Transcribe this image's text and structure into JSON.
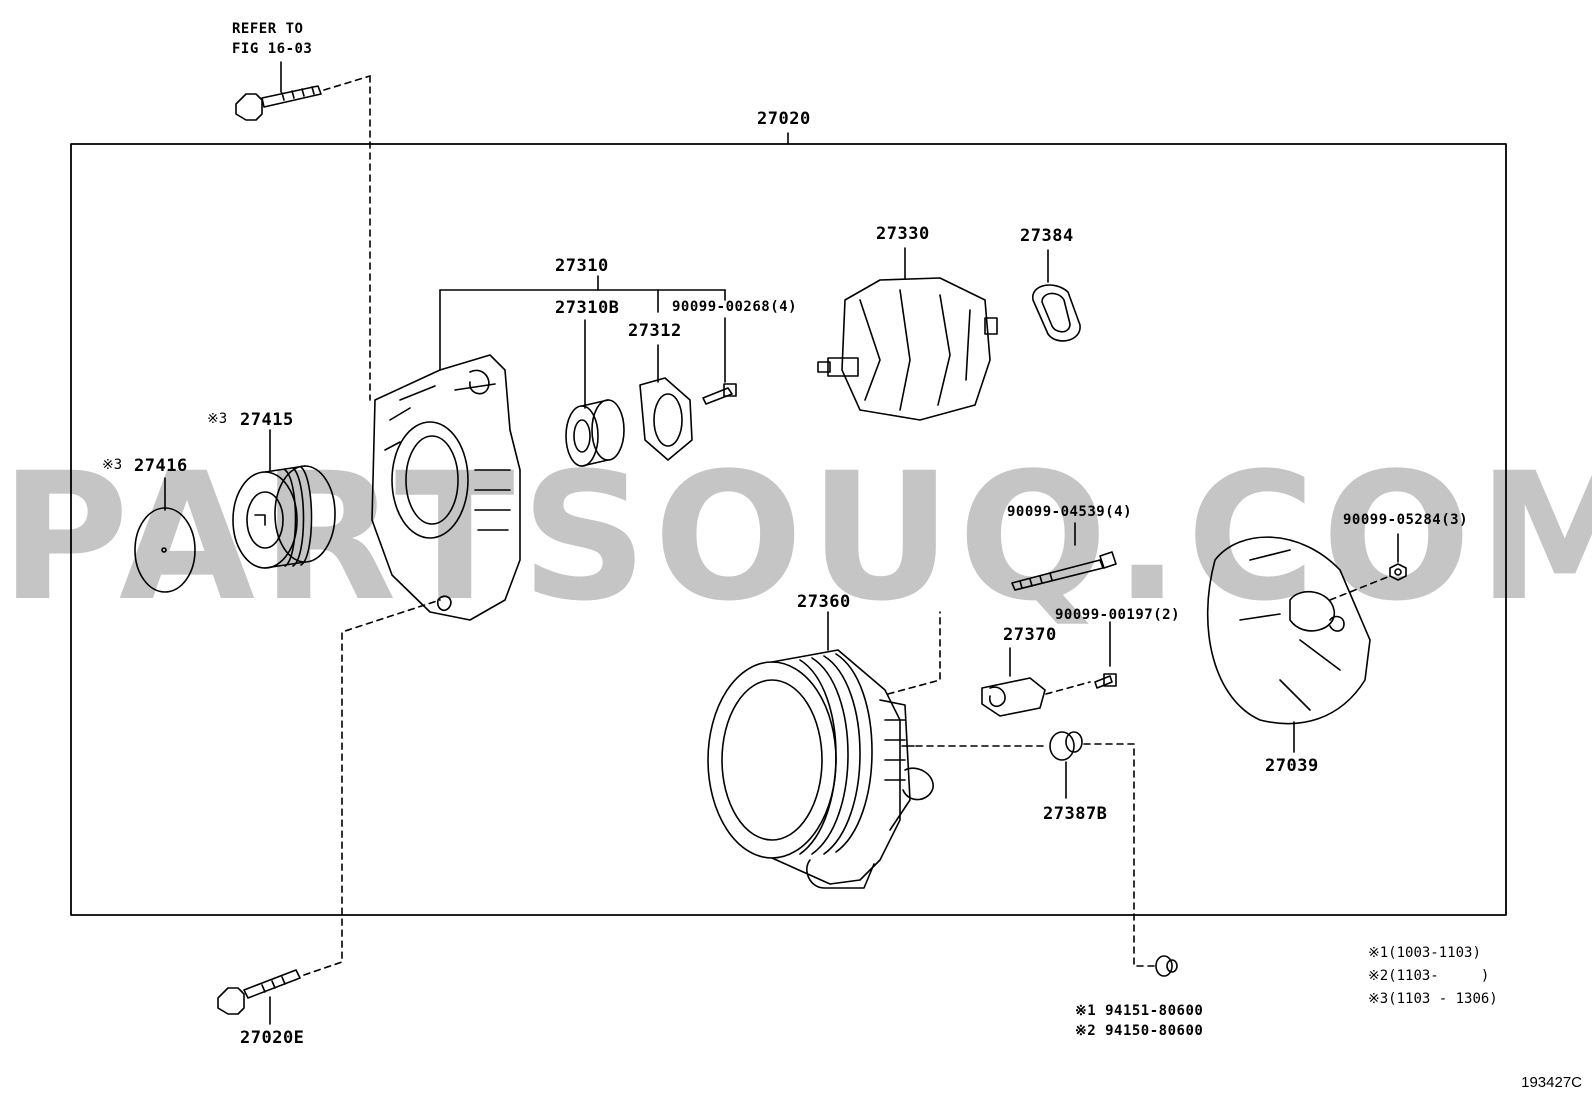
{
  "refer_to": [
    "REFER TO",
    "FIG 16-03"
  ],
  "assembly_box_label": "27020",
  "parts": {
    "p27020E": "27020E",
    "p27416": "27416",
    "p27415": "27415",
    "p27310": "27310",
    "p27310B": "27310B",
    "p27312": "27312",
    "p90099_00268": "90099-00268(4)",
    "p27330": "27330",
    "p27384": "27384",
    "p27360": "27360",
    "p90099_04539": "90099-04539(4)",
    "p90099_00197": "90099-00197(2)",
    "p27370": "27370",
    "p27387B": "27387B",
    "p90099_05284": "90099-05284(3)",
    "p27039": "27039"
  },
  "mark": "※3",
  "nut_notes": [
    "※1 94151-80600",
    "※2 94150-80600"
  ],
  "legend": [
    "※1(1003-1103)",
    "※2(1103-     )",
    "※3(1103 - 1306)"
  ],
  "watermark": "PARTSOUQ.COM",
  "figure_code": "193427C"
}
